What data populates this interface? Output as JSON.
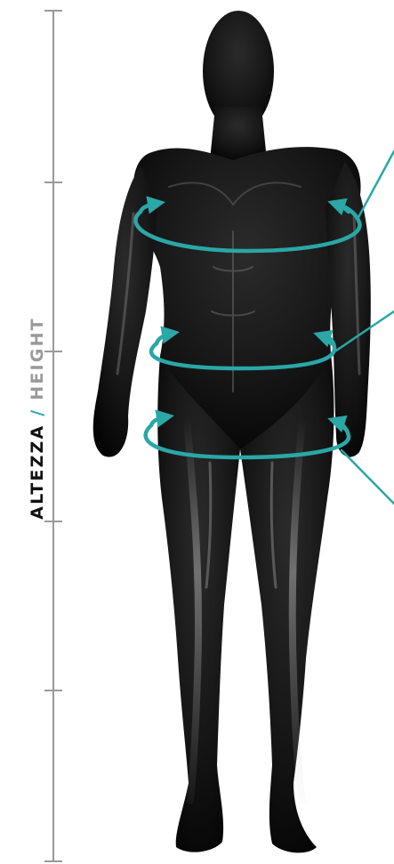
{
  "height_label": {
    "primary": "ALTEZZA",
    "separator": " / ",
    "secondary": "HEIGHT"
  },
  "measurements": [
    {
      "name": "chest"
    },
    {
      "name": "waist"
    },
    {
      "name": "hips"
    }
  ],
  "colors": {
    "accent": "#2aa7a6",
    "ruler": "#9a9a9a",
    "body": "#141414",
    "label_primary": "#111111",
    "label_secondary": "#9a9a9a"
  },
  "ruler_ticks": 5
}
